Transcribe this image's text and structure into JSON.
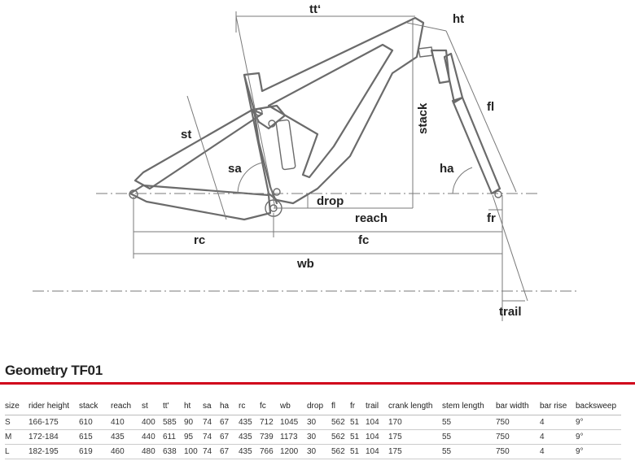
{
  "diagram": {
    "labels": {
      "tt": "tt‘",
      "ht": "ht",
      "stack": "stack",
      "fl": "fl",
      "st": "st",
      "sa": "sa",
      "ha": "ha",
      "drop": "drop",
      "reach": "reach",
      "fr": "fr",
      "rc": "rc",
      "fc": "fc",
      "wb": "wb",
      "trail": "trail"
    }
  },
  "table": {
    "title": "Geometry TF01",
    "columns": [
      "size",
      "rider height",
      "stack",
      "reach",
      "st",
      "tt'",
      "ht",
      "sa",
      "ha",
      "rc",
      "fc",
      "wb",
      "drop",
      "fl",
      "fr",
      "trail",
      "crank length",
      "stem length",
      "bar width",
      "bar rise",
      "backsweep"
    ],
    "rows": [
      [
        "S",
        "166-175",
        "610",
        "410",
        "400",
        "585",
        "90",
        "74",
        "67",
        "435",
        "712",
        "1045",
        "30",
        "562",
        "51",
        "104",
        "170",
        "55",
        "750",
        "4",
        "9°"
      ],
      [
        "M",
        "172-184",
        "615",
        "435",
        "440",
        "611",
        "95",
        "74",
        "67",
        "435",
        "739",
        "1173",
        "30",
        "562",
        "51",
        "104",
        "175",
        "55",
        "750",
        "4",
        "9°"
      ],
      [
        "L",
        "182-195",
        "619",
        "460",
        "480",
        "638",
        "100",
        "74",
        "67",
        "435",
        "766",
        "1200",
        "30",
        "562",
        "51",
        "104",
        "175",
        "55",
        "750",
        "4",
        "9°"
      ]
    ]
  }
}
